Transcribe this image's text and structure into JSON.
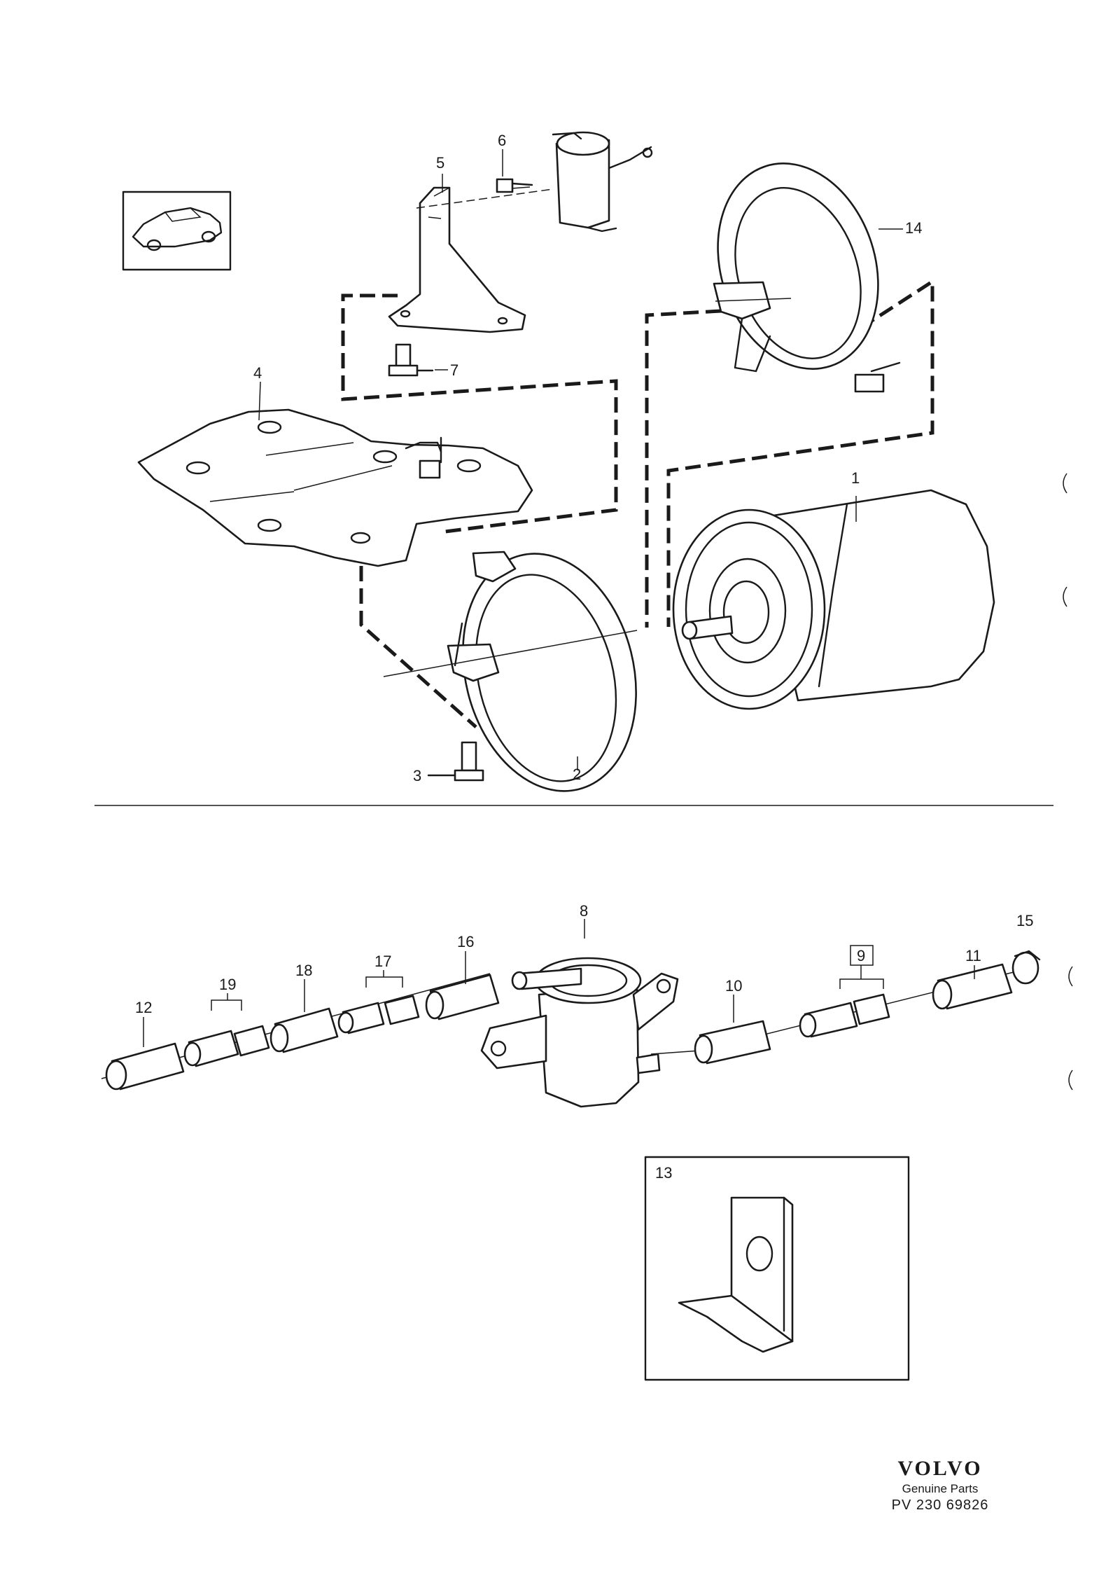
{
  "callouts": [
    {
      "id": "c1",
      "text": "1"
    },
    {
      "id": "c2",
      "text": "2"
    },
    {
      "id": "c3",
      "text": "3"
    },
    {
      "id": "c4",
      "text": "4"
    },
    {
      "id": "c5",
      "text": "5"
    },
    {
      "id": "c6",
      "text": "6"
    },
    {
      "id": "c7",
      "text": "7"
    },
    {
      "id": "c8",
      "text": "8"
    },
    {
      "id": "c9",
      "text": "9"
    },
    {
      "id": "c10",
      "text": "10"
    },
    {
      "id": "c11",
      "text": "11"
    },
    {
      "id": "c12",
      "text": "12"
    },
    {
      "id": "c13",
      "text": "13"
    },
    {
      "id": "c14",
      "text": "14"
    },
    {
      "id": "c15",
      "text": "15"
    },
    {
      "id": "c16",
      "text": "16"
    },
    {
      "id": "c17",
      "text": "17"
    },
    {
      "id": "c18",
      "text": "18"
    },
    {
      "id": "c19",
      "text": "19"
    }
  ],
  "brand": {
    "name": "VOLVO",
    "subtitle": "Genuine Parts",
    "reference": "PV 230 69826"
  },
  "icons": [
    "car-thumbnail-icon"
  ],
  "colors": {
    "ink": "#1a1a1a",
    "paper": "#ffffff"
  }
}
